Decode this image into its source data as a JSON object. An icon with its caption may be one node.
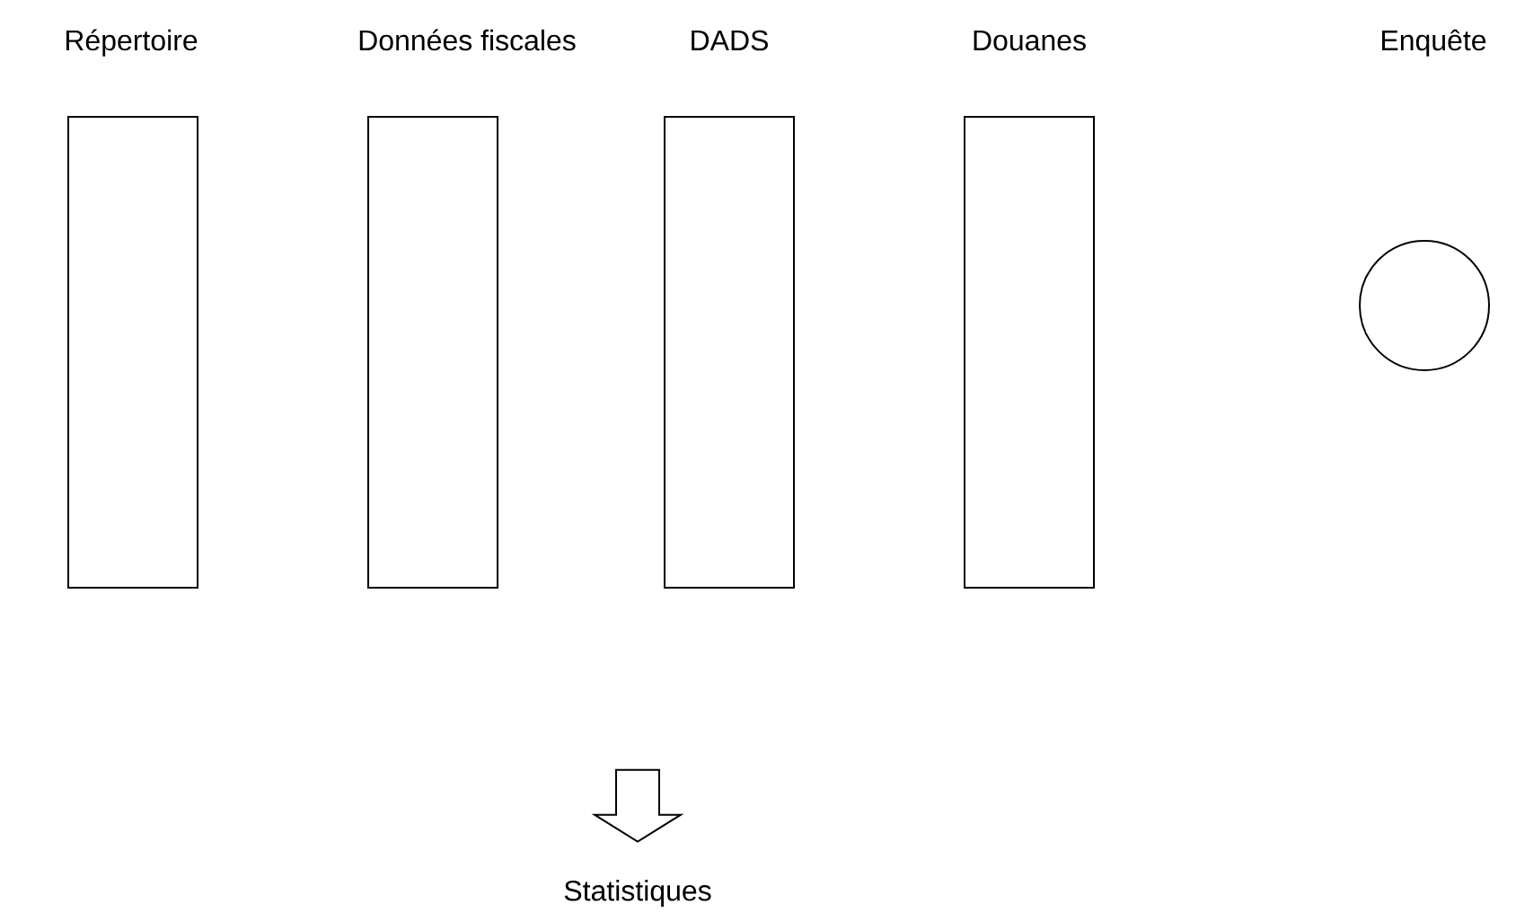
{
  "diagram": {
    "nodes": [
      {
        "text": [
          "Répertoire"
        ]
      },
      {
        "text": [
          "Données fiscales"
        ]
      },
      {
        "text": [
          "DADS"
        ]
      },
      {
        "text": [
          "Douanes"
        ]
      },
      {
        "text": [
          "Enquête"
        ]
      },
      {
        "text": [],
        "shape": "circle"
      },
      {
        "text": [
          "Statistiques"
        ]
      }
    ],
    "edges": [
      {
        "from": null,
        "to": 6,
        "arrow": "to"
      }
    ]
  }
}
